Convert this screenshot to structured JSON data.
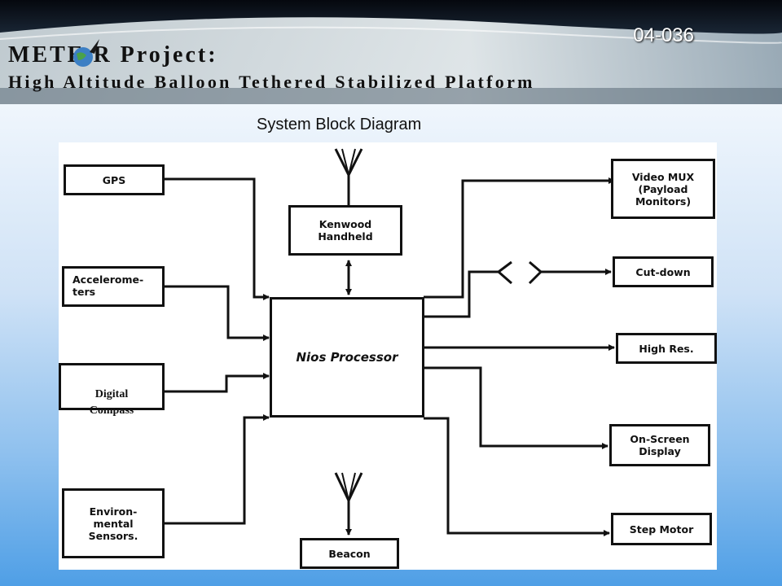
{
  "header": {
    "slide_number": "04-036",
    "title_line1": "METE R Project:",
    "title_line2": "High Altitude Balloon Tethered Stabilized Platform",
    "diagram_title": "System Block Diagram"
  },
  "blocks": {
    "gps": "GPS",
    "accelerometers": "Accelerome-\nters",
    "digital_compass": "Digital\nCompass",
    "environmental": "Environ-\nmental\nSensors.",
    "kenwood": "Kenwood\nHandheld",
    "nios": "Nios Processor",
    "beacon": "Beacon",
    "video_mux": "Video MUX\n(Payload\nMonitors)",
    "cutdown": "Cut-down",
    "high_res": "High Res.",
    "osd": "On-Screen\nDisplay",
    "step_motor": "Step Motor"
  },
  "icons": {
    "logo": "meteor-globe-icon",
    "antenna_top": "antenna-icon",
    "antenna_bottom": "antenna-icon",
    "cutdown_switch": "switch-open-icon"
  },
  "colors": {
    "banner_bg": "#0d1622",
    "banner_light": "#dfe6ea",
    "line": "#111111",
    "background_bottom": "#4f9fe6"
  }
}
